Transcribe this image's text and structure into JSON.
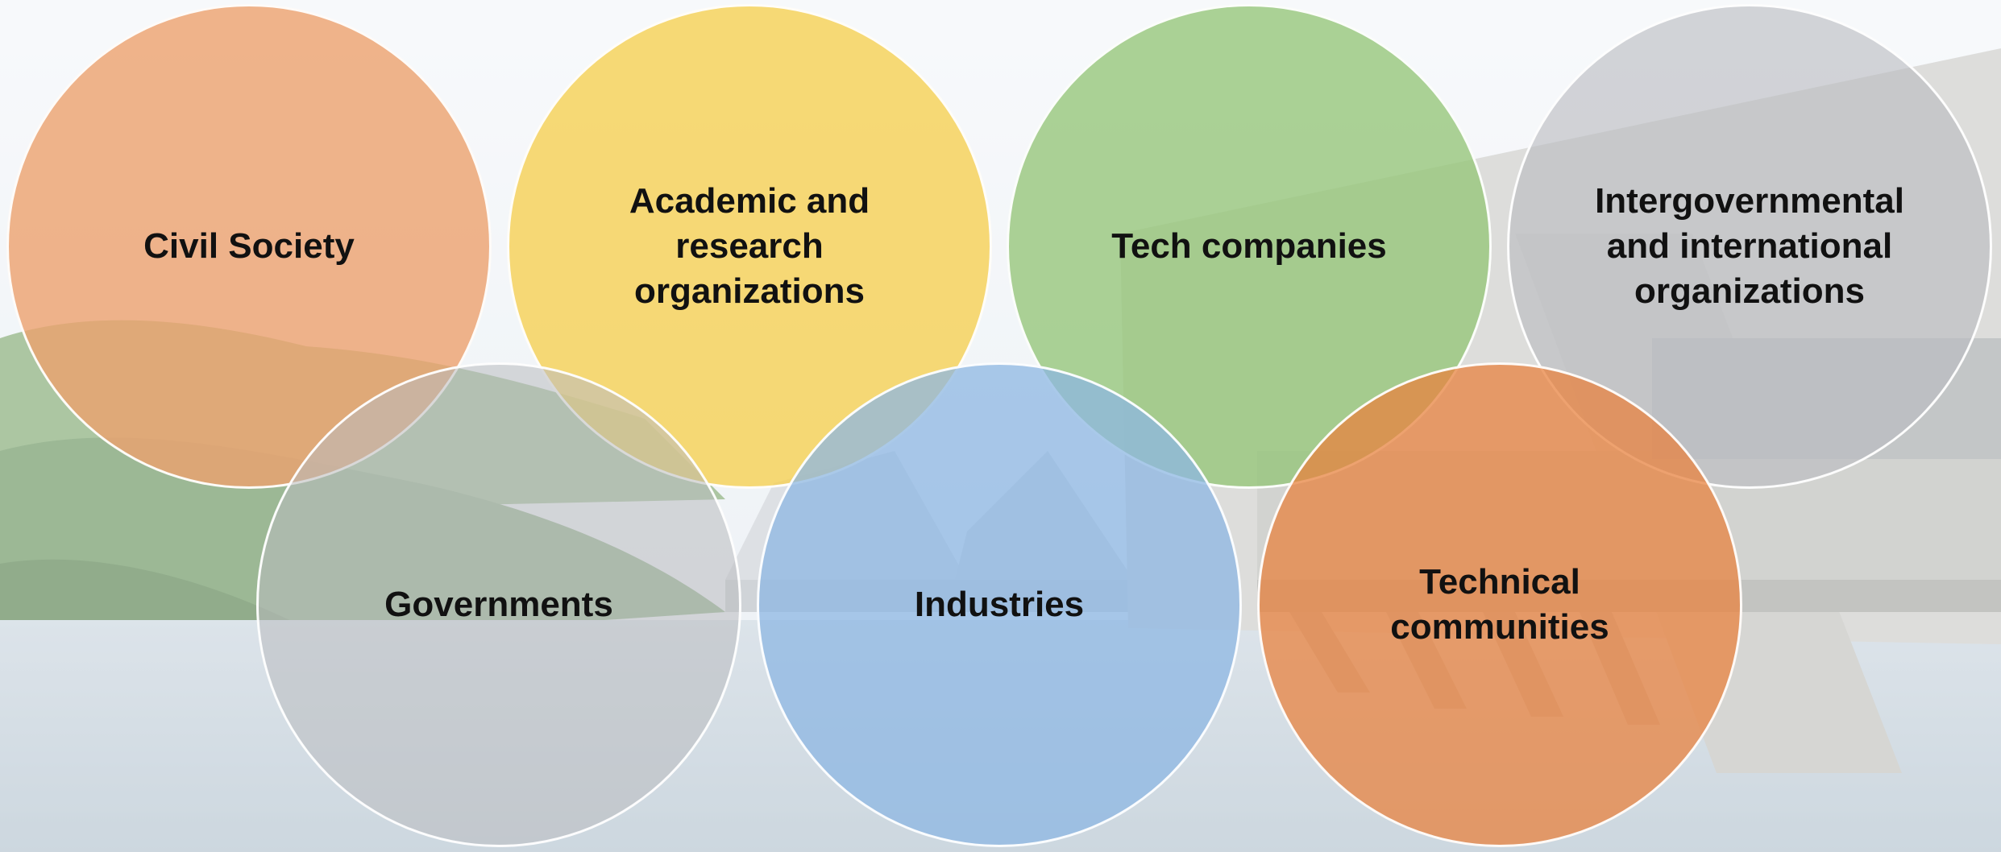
{
  "diagram": {
    "stakeholders": [
      {
        "id": "civil",
        "label": "Civil Society",
        "color": "#eca16e"
      },
      {
        "id": "academic",
        "label": "Academic and\nresearch\norganizations",
        "color": "#f6cf50"
      },
      {
        "id": "tech",
        "label": "Tech companies",
        "color": "#95c578"
      },
      {
        "id": "intergov",
        "label": "Intergovernmental\nand international\norganizations",
        "color": "#b9bcc0"
      },
      {
        "id": "gov",
        "label": "Governments",
        "color": "#b9bcc0"
      },
      {
        "id": "industries",
        "label": "Industries",
        "color": "#8cb6e2"
      },
      {
        "id": "technical",
        "label": "Technical\ncommunities",
        "color": "#e8823e"
      }
    ]
  }
}
